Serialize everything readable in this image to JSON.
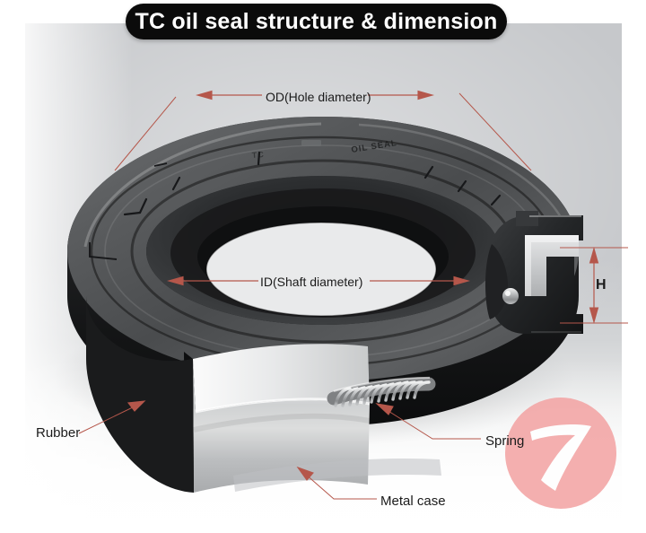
{
  "title": {
    "text": "TC oil seal structure & dimension",
    "banner_color": "#0b0b0b",
    "text_color": "#ffffff"
  },
  "colors": {
    "background_gray": "#c6c8cb",
    "background_white": "#ffffff",
    "leader_line": "#b5574b",
    "rubber_black": "#2a2a2a",
    "metal_silver": "#c9cbcd",
    "spring_gray": "#9a9c9e",
    "watermark_pink": "#f3a2a2",
    "label_text": "#1b1b1b"
  },
  "diagram": {
    "subject": "TC type rotary shaft oil seal, cut-away 3D view",
    "dimension_labels": [
      {
        "id": "od",
        "text": "OD(Hole diameter)",
        "type": "double-arrow-horizontal"
      },
      {
        "id": "id",
        "text": "ID(Shaft diameter)",
        "type": "double-arrow-horizontal"
      },
      {
        "id": "h",
        "text": "H",
        "type": "double-arrow-vertical"
      }
    ],
    "part_labels": [
      {
        "id": "rubber",
        "text": "Rubber",
        "type": "leader-arrow"
      },
      {
        "id": "spring",
        "text": "Spring",
        "type": "leader-arrow"
      },
      {
        "id": "metal_case",
        "text": "Metal case",
        "type": "leader-arrow"
      }
    ],
    "embossed_marks": [
      "OIL SEAL"
    ]
  },
  "watermark": {
    "glyph": "7",
    "shape": "circle"
  }
}
